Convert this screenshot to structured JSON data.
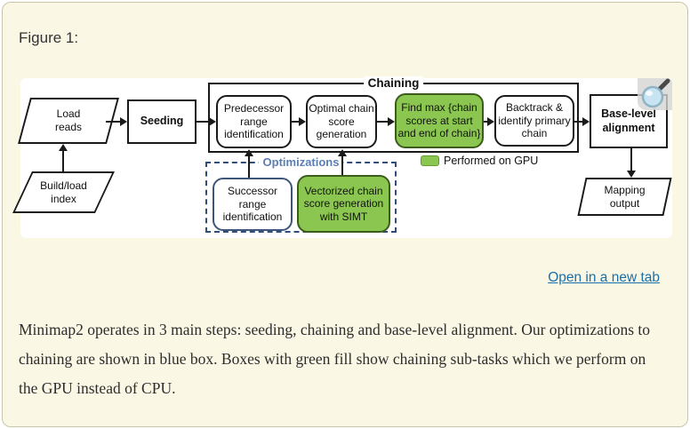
{
  "page": {
    "title": "Figure 1:",
    "open_link": "Open in a new tab",
    "caption_lines": [
      "Minimap2 operates in 3 main steps: seeding, chaining and base-level alignment. Our optimizations to",
      "chaining are shown in blue box. Boxes with green fill show chaining sub-tasks which we perform on",
      "the GPU instead of CPU."
    ]
  },
  "diagram": {
    "containers": {
      "chaining": "Chaining",
      "optimizations": "Optimizations"
    },
    "nodes": {
      "load_reads": "Load reads",
      "build_index": "Build/load index",
      "seeding": "Seeding",
      "predecessor": "Predecessor range identification",
      "optimal": "Optimal chain score generation",
      "find_max": "Find max {chain scores at start and end of chain}",
      "backtrack": "Backtrack & identify primary chain",
      "base_level": "Base-level alignment",
      "mapping": "Mapping output",
      "successor": "Successor range identification",
      "vectorized": "Vectorized chain score generation with SIMT"
    },
    "legend": {
      "label": "Performed on GPU",
      "swatch_color": "#8bc750"
    },
    "colors": {
      "gpu_green_fill": "#8bc750",
      "gpu_green_border": "#3c5c1c",
      "optimizations_border": "#2e4d7b",
      "optimizations_label": "#5b7fb5",
      "node_border": "#1a1a1a"
    },
    "icons": {
      "magnifier": "magnifier-zoom-icon"
    }
  },
  "theme": {
    "page_background": "#fbf7e5",
    "page_border": "#c9c4ae",
    "figure_background": "#ffffff",
    "link_color": "#1b6fa8"
  }
}
